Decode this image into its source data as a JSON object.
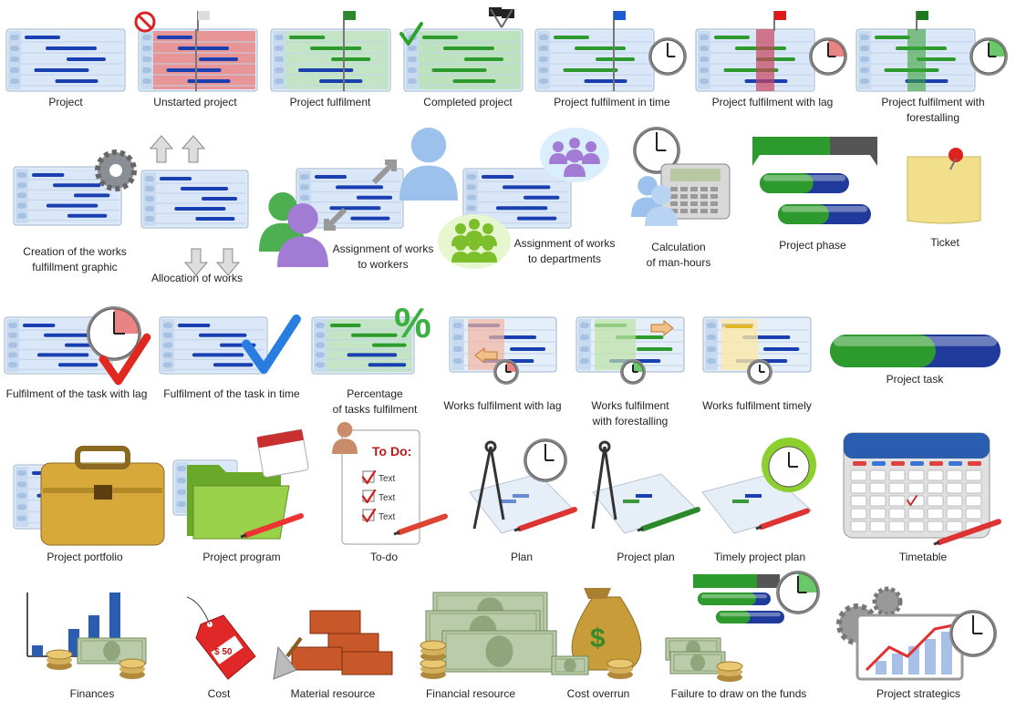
{
  "items": [
    {
      "label": "Project",
      "icon": "gantt-icon"
    },
    {
      "label": "Unstarted project",
      "icon": "gantt-unstarted-icon"
    },
    {
      "label": "Project fulfilment",
      "icon": "gantt-flag-green-icon"
    },
    {
      "label": "Completed project",
      "icon": "gantt-completed-icon"
    },
    {
      "label": "Project fulfilment in time",
      "icon": "gantt-clock-blue-flag-icon"
    },
    {
      "label": "Project fulfilment with lag",
      "icon": "gantt-clock-red-flag-icon"
    },
    {
      "label": "Project fulfilment with\nforestalling",
      "icon": "gantt-clock-green-flag-icon"
    },
    {
      "label": "Creation of the works\nfulfillment graphic",
      "icon": "gantt-gear-icon"
    },
    {
      "label": "Allocation of works",
      "icon": "gantt-arrows-icon"
    },
    {
      "label": "Assignment of works\nto workers",
      "icon": "gantt-workers-icon"
    },
    {
      "label": "Assignment of works\nto departments",
      "icon": "gantt-departments-icon"
    },
    {
      "label": "Calculation\nof man-hours",
      "icon": "calculator-clock-icon"
    },
    {
      "label": "Project phase",
      "icon": "project-phase-icon"
    },
    {
      "label": "Ticket",
      "icon": "sticky-note-icon"
    },
    {
      "label": "Fulfilment of the task with lag",
      "icon": "gantt-clock-check-icon"
    },
    {
      "label": "Fulfilment of the task in time",
      "icon": "gantt-check-icon"
    },
    {
      "label": "Percentage\nof tasks fulfilment",
      "icon": "gantt-percent-icon"
    },
    {
      "label": "Works fulfilment with lag",
      "icon": "works-lag-icon"
    },
    {
      "label": "Works fulfilment\nwith forestalling",
      "icon": "works-forestalling-icon"
    },
    {
      "label": "Works fulfilment timely",
      "icon": "works-timely-icon"
    },
    {
      "label": "Project task",
      "icon": "project-task-bar-icon"
    },
    {
      "label": "Project portfolio",
      "icon": "briefcase-icon"
    },
    {
      "label": "Project program",
      "icon": "folder-calendar-icon"
    },
    {
      "label": "To-do",
      "icon": "todo-list-icon"
    },
    {
      "label": "Plan",
      "icon": "compass-plan-icon"
    },
    {
      "label": "Project plan",
      "icon": "compass-project-plan-icon"
    },
    {
      "label": "Timely project plan",
      "icon": "alarm-plan-icon"
    },
    {
      "label": "Timetable",
      "icon": "calendar-icon"
    },
    {
      "label": "Finances",
      "icon": "finance-chart-icon"
    },
    {
      "label": "Cost",
      "icon": "price-tag-icon"
    },
    {
      "label": "Material resource",
      "icon": "bricks-icon"
    },
    {
      "label": "Financial resource",
      "icon": "money-stack-icon"
    },
    {
      "label": "Cost overrun",
      "icon": "money-bag-icon"
    },
    {
      "label": "Failure to draw on the funds",
      "icon": "funds-failure-icon"
    },
    {
      "label": "Project strategics",
      "icon": "strategy-chart-icon"
    }
  ],
  "texts": {
    "todo_title": "To Do:",
    "todo_item": "Text",
    "tag_price": "$ 50",
    "percent": "%",
    "dollar": "$"
  },
  "colors": {
    "blue": "#1a3fb0",
    "green": "#2c9a2c",
    "red": "#d42020",
    "panel": "#dbe9f8"
  }
}
